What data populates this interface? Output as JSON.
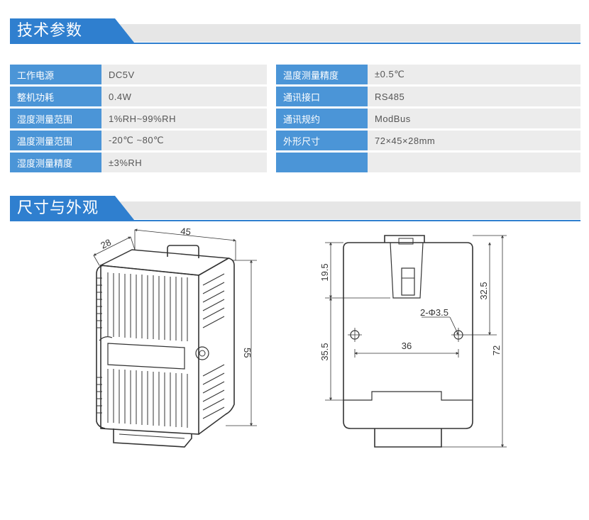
{
  "section1": {
    "title": "技术参数"
  },
  "section2": {
    "title": "尺寸与外观"
  },
  "specs_left": [
    {
      "label": "工作电源",
      "value": "DC5V"
    },
    {
      "label": "整机功耗",
      "value": "0.4W"
    },
    {
      "label": "湿度测量范围",
      "value": "1%RH~99%RH"
    },
    {
      "label": "温度测量范围",
      "value": "-20℃ ~80℃"
    },
    {
      "label": "湿度测量精度",
      "value": "±3%RH"
    }
  ],
  "specs_right": [
    {
      "label": "温度测量精度",
      "value": "±0.5℃"
    },
    {
      "label": "通讯接口",
      "value": "RS485"
    },
    {
      "label": "通讯规约",
      "value": "ModBus"
    },
    {
      "label": "外形尺寸",
      "value": "72×45×28mm"
    },
    {
      "label": "",
      "value": ""
    }
  ],
  "diagram": {
    "dim_depth": "28",
    "dim_width": "45",
    "dim_height": "55",
    "dim_top_offset": "19.5",
    "dim_bottom_offset": "35.5",
    "dim_right_upper": "32.5",
    "dim_total_height": "72",
    "dim_hole_label": "2-Φ3.5",
    "dim_hole_spacing": "36"
  }
}
